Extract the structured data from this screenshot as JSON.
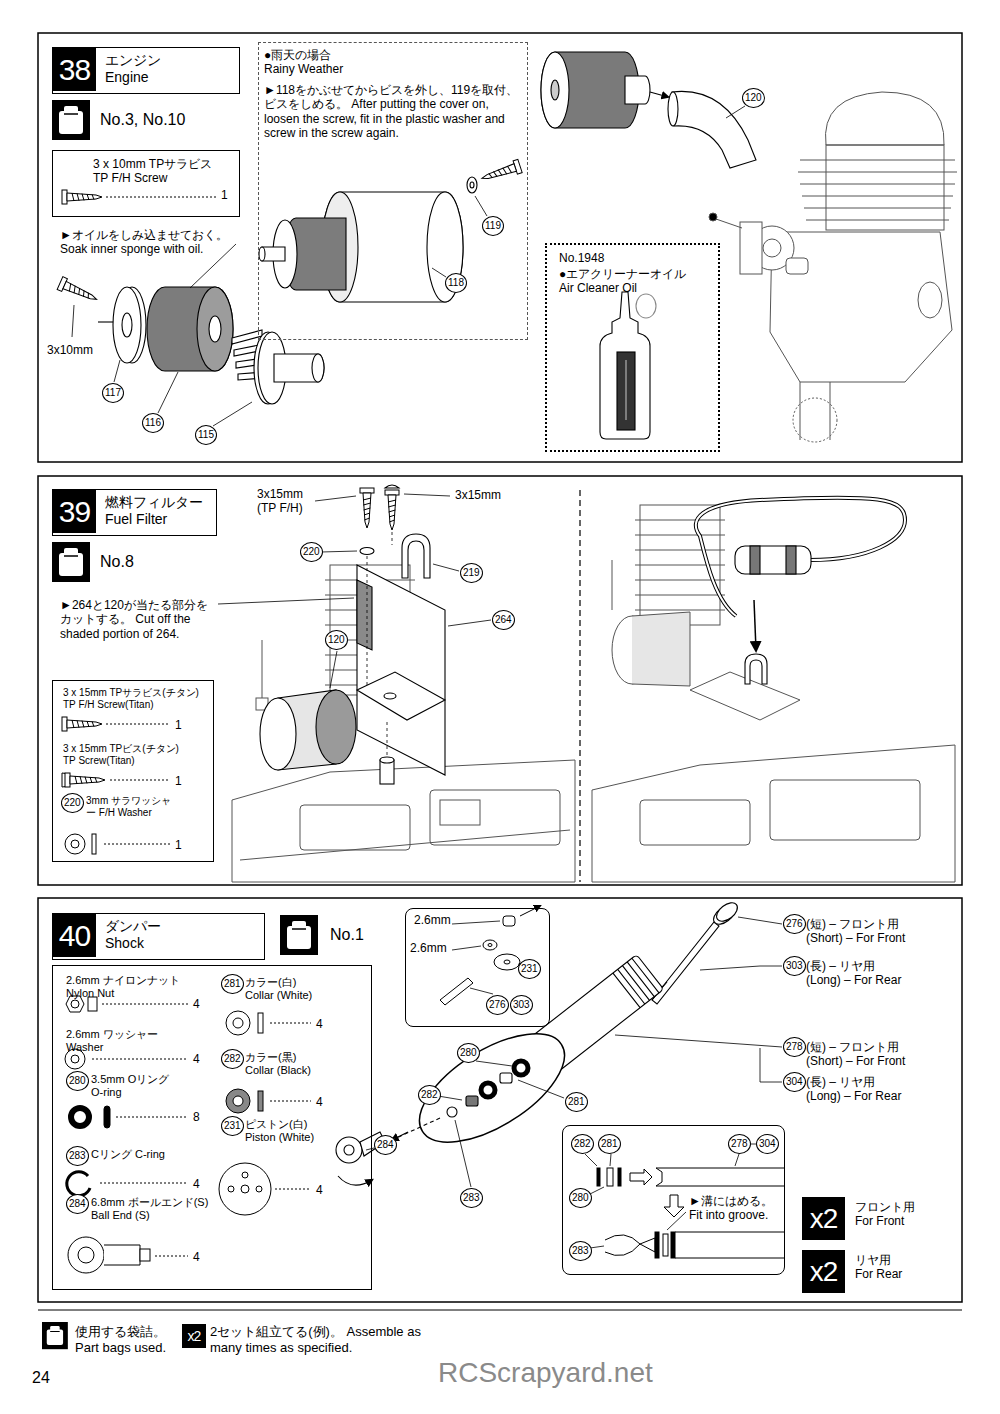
{
  "diagram": {
    "nodes": [
      {
        "text": [
          "38",
          "エンジン Engine"
        ]
      },
      {
        "text": [
          "3 x 10mm TPサラビス TP F/H Screw",
          "1"
        ]
      },
      {
        "text": [
          "●雨天の場合 Rainy Weather",
          "►118をかぶせてからビスを外し、119を取付、ビスをしめる。 After putting the cover on, loosen the screw, fit in the plastic washer and screw in the screw again."
        ]
      },
      {
        "text": [
          "No.1948",
          "●エアクリーナーオイル Air Cleaner Oil"
        ]
      },
      {
        "text": [
          "39",
          "燃料フィルター Fuel Filter"
        ]
      },
      {
        "text": [
          "3 x 15mm TPサラビス(チタン) TP F/H Screw(Titan)",
          "1",
          "3 x 15mm TPビス(チタン) TP Screw(Titan)",
          "1",
          "220",
          "3mm サラワッシャー F/H Washer",
          "1"
        ]
      },
      {
        "text": [
          "40",
          "ダンパー Shock"
        ]
      },
      {
        "text": [
          "2.6mm ナイロンナット Nylon Nut",
          "4",
          "2.6mm ワッシャー Washer",
          "4",
          "280",
          "3.5mm Oリング O-ring",
          "8",
          "283",
          "Cリング C-ring",
          "4",
          "284",
          "6.8mm ボールエンド(S) Ball End (S)",
          "4",
          "281",
          "カラー(白) Collar (White)",
          "4",
          "282",
          "カラー(黒) Collar (Black)",
          "4",
          "231",
          "ピストン(白) Piston (White)",
          "4"
        ]
      },
      {
        "text": [
          "2.6mm",
          "2.6mm",
          "231",
          "276",
          "303"
        ]
      },
      {
        "text": [
          "282",
          "281",
          "278",
          "304",
          "280",
          "►溝にはめる。 Fit into groove.",
          "283"
        ]
      },
      {
        "text": [
          "x2",
          "フロント用 For Front"
        ]
      },
      {
        "text": [
          "x2",
          "リヤ用 For Rear"
        ]
      },
      {
        "text": [
          "x2"
        ]
      }
    ],
    "labels": [
      "No.3, No.10",
      "►オイルをしみ込ませておく。 Soak inner sponge with oil.",
      "3x10mm",
      "117",
      "116",
      "115",
      "118",
      "119",
      "120",
      "No.8",
      "►264と120が当たる部分をカットする。 Cut off the shaded portion of 264.",
      "3x15mm (TP F/H)",
      "3x15mm",
      "220",
      "219",
      "264",
      "120",
      "No.1",
      "276",
      "(短) – フロント用 (Short) – For Front",
      "303",
      "(長) – リヤ用 (Long) – For Rear",
      "278",
      "(短) – フロント用 (Short) – For Front",
      "304",
      "(長) – リヤ用 (Long) – For Rear",
      "280",
      "282",
      "281",
      "284",
      "283",
      "使用する袋詰。 Part bags used.",
      "2セット組立てる(例)。 Assemble as many times as specified.",
      "RCScrapyard.net",
      "24"
    ]
  }
}
